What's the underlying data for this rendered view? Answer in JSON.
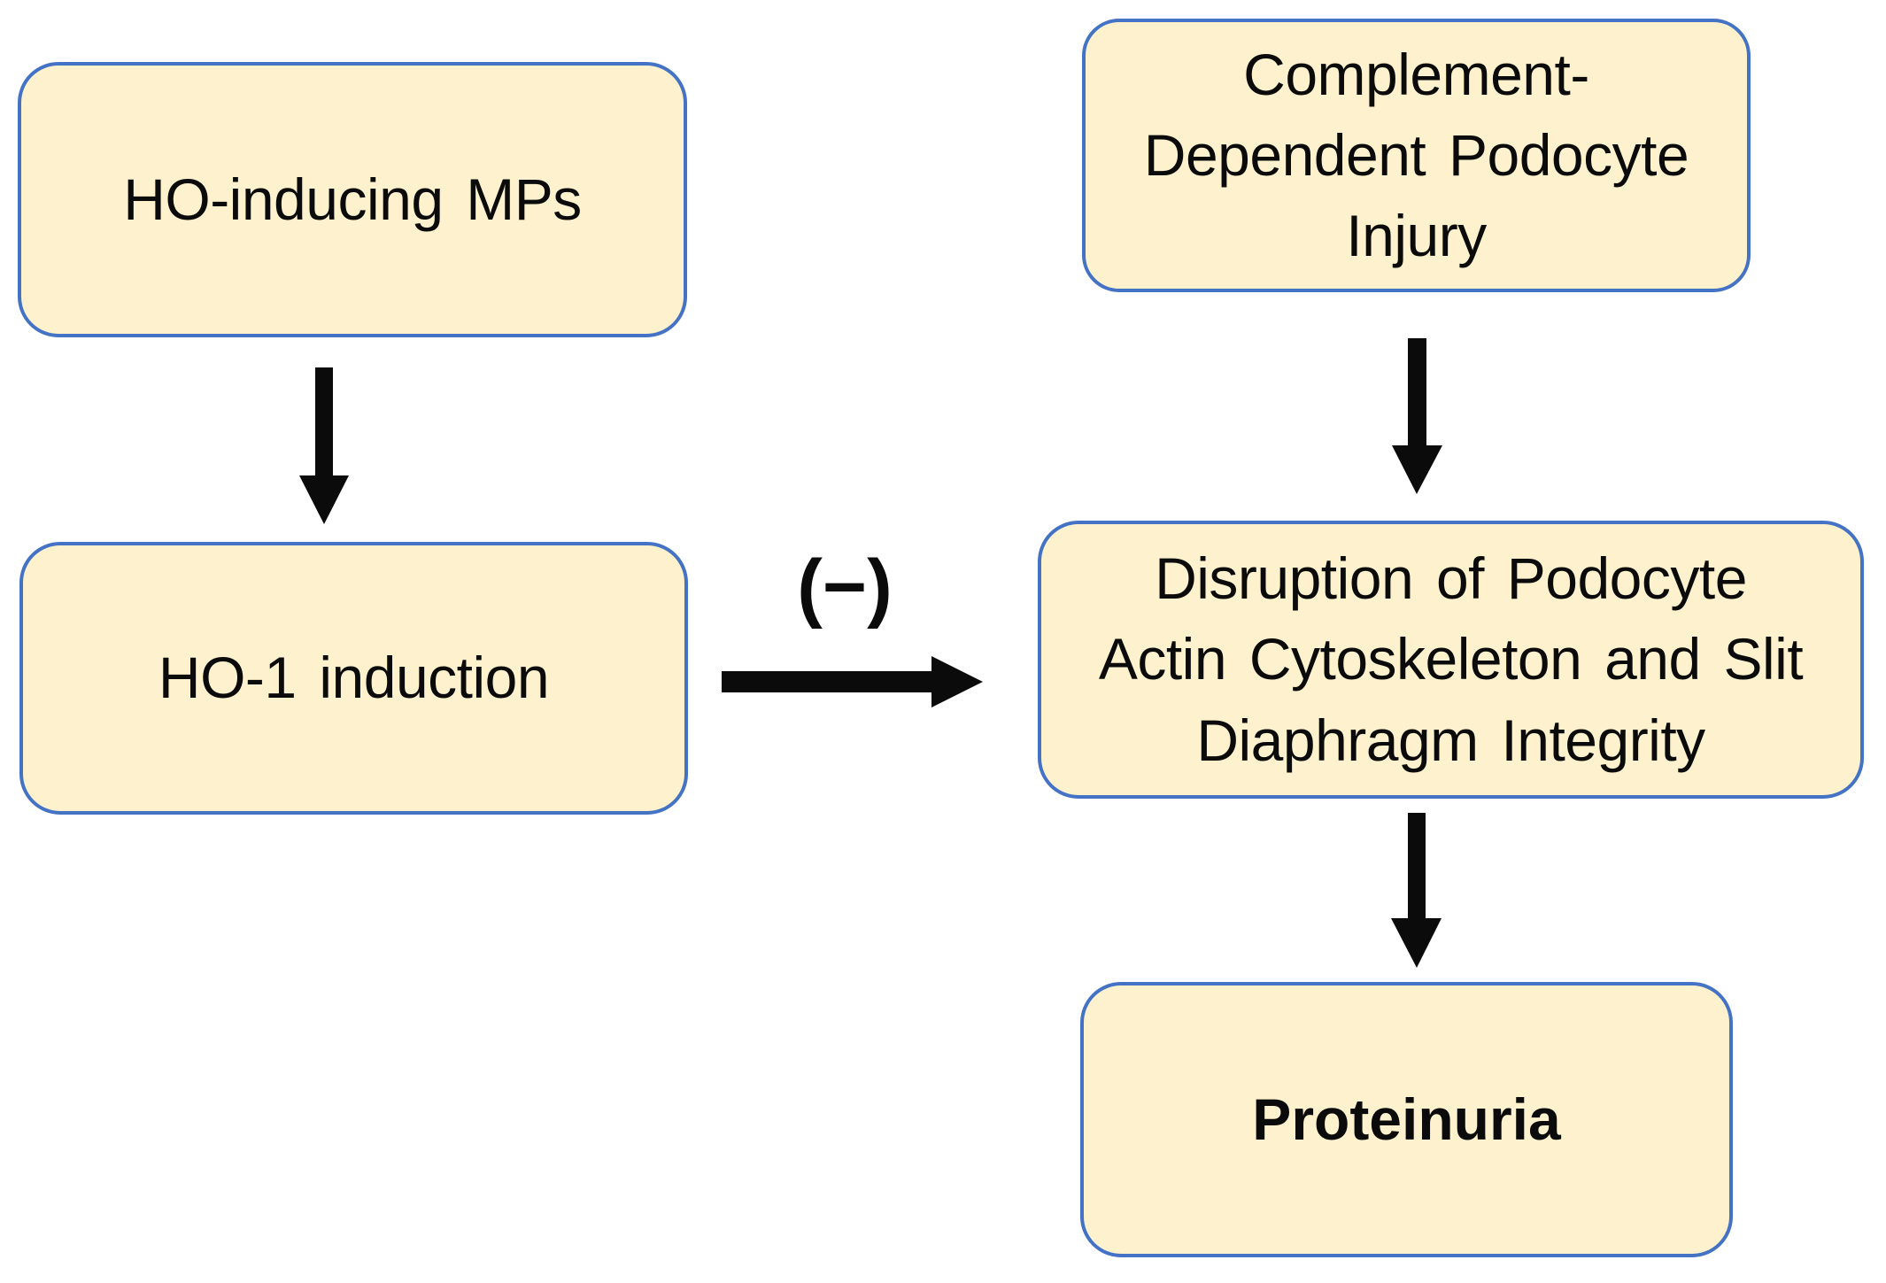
{
  "figure": {
    "type": "flowchart",
    "background": "#ffffff",
    "colors": {
      "box_fill": "#FDF2CD",
      "box_border": "#4472C4",
      "arrow": "#0b0b0b",
      "text": "#0b0b0b"
    }
  },
  "nodes": {
    "ho_inducing_mps": {
      "lines": [
        "HO-inducing MPs"
      ]
    },
    "ho1_induction": {
      "lines": [
        "HO-1 induction"
      ]
    },
    "complement_injury": {
      "lines": [
        "Complement-",
        "Dependent Podocyte",
        "Injury"
      ]
    },
    "disruption": {
      "lines": [
        "Disruption of Podocyte",
        "Actin Cytoskeleton and Slit",
        "Diaphragm Integrity"
      ]
    },
    "proteinuria": {
      "lines": [
        "Proteinuria"
      ],
      "bold": true
    }
  },
  "edges": [
    {
      "from": "ho_inducing_mps",
      "to": "ho1_induction",
      "type": "arrow",
      "label": ""
    },
    {
      "from": "ho1_induction",
      "to": "disruption",
      "type": "inhibition-arrow",
      "label": "(−)"
    },
    {
      "from": "complement_injury",
      "to": "disruption",
      "type": "arrow",
      "label": ""
    },
    {
      "from": "disruption",
      "to": "proteinuria",
      "type": "arrow",
      "label": ""
    }
  ]
}
